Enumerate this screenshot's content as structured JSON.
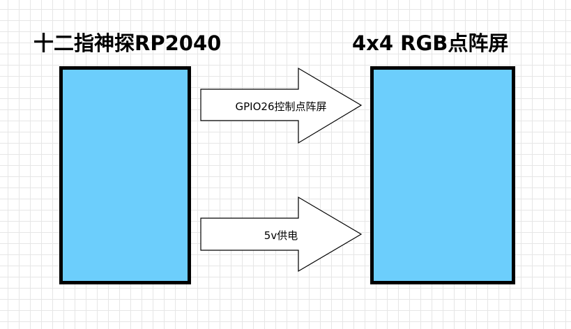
{
  "left_title": "十二指神探RP2040",
  "right_title": "4x4 RGB点阵屏",
  "arrows": [
    {
      "label": "GPIO26控制点阵屏"
    },
    {
      "label": "5v供电"
    }
  ],
  "colors": {
    "block_fill": "#6ccefc",
    "block_border": "#000000",
    "arrow_fill": "#ffffff",
    "arrow_stroke": "#000000"
  }
}
